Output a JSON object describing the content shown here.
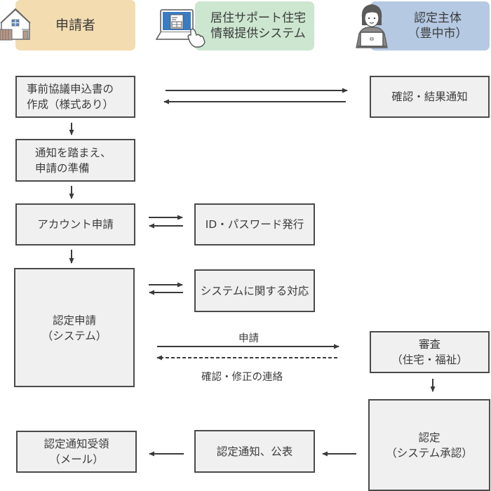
{
  "header": {
    "applicant": {
      "label": "申請者",
      "icon": "house-icon",
      "color": "#f3dcb0"
    },
    "system": {
      "label": "居住サポート住宅\n情報提供システム",
      "icon": "laptop-touch-icon",
      "color": "#cce6cf"
    },
    "authority": {
      "label": "認定主体\n（豊中市）",
      "icon": "person-laptop-icon",
      "color": "#b5c9e3"
    }
  },
  "steps": {
    "pre_consultation": "事前協議申込書の\n作成（様式あり）",
    "confirm_notify": "確認・結果通知",
    "prepare_application": "通知を踏まえ、\n申請の準備",
    "account_application": "アカウント申請",
    "id_password_issue": "ID・パスワード発行",
    "certification_application": "認定申請\n（システム）",
    "system_support": "システムに関する対応",
    "review": "審査\n（住宅・福祉）",
    "certification": "認定\n（システム承認）",
    "certification_notice_publish": "認定通知、公表",
    "receive_notice": "認定通知受領\n（メール）"
  },
  "arrow_labels": {
    "apply": "申請",
    "confirm_correct": "確認・修正の連絡"
  },
  "colors": {
    "box_fill": "#f0f0f0",
    "box_border": "#4a4a4a",
    "arrow": "#3a3a3a"
  }
}
